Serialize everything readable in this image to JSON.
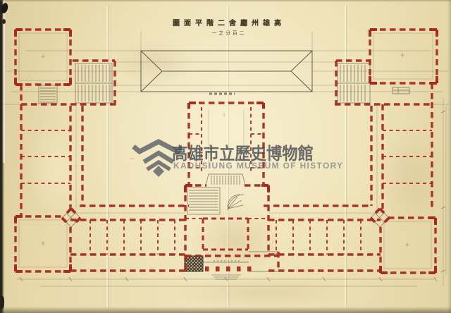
{
  "document": {
    "title_display": "圖面平階二舍廳州雄高",
    "title_reading": "高雄州廳舍二階平面圖",
    "scale_display": "一之分百二",
    "scale_reading": "二百分之一"
  },
  "watermark": {
    "logo_icon": "kaohsiung-history-museum-emblem",
    "title_zh": "高雄市立歷史博物館",
    "title_en": "KAOHSIUNG MUSEUM OF HISTORY"
  },
  "colors": {
    "paper": "#e9dbae",
    "wall_red": "#a7281d",
    "ink_black": "#453c2f",
    "watermark_text": "#484d54",
    "watermark_subtext": "#7d838b"
  }
}
